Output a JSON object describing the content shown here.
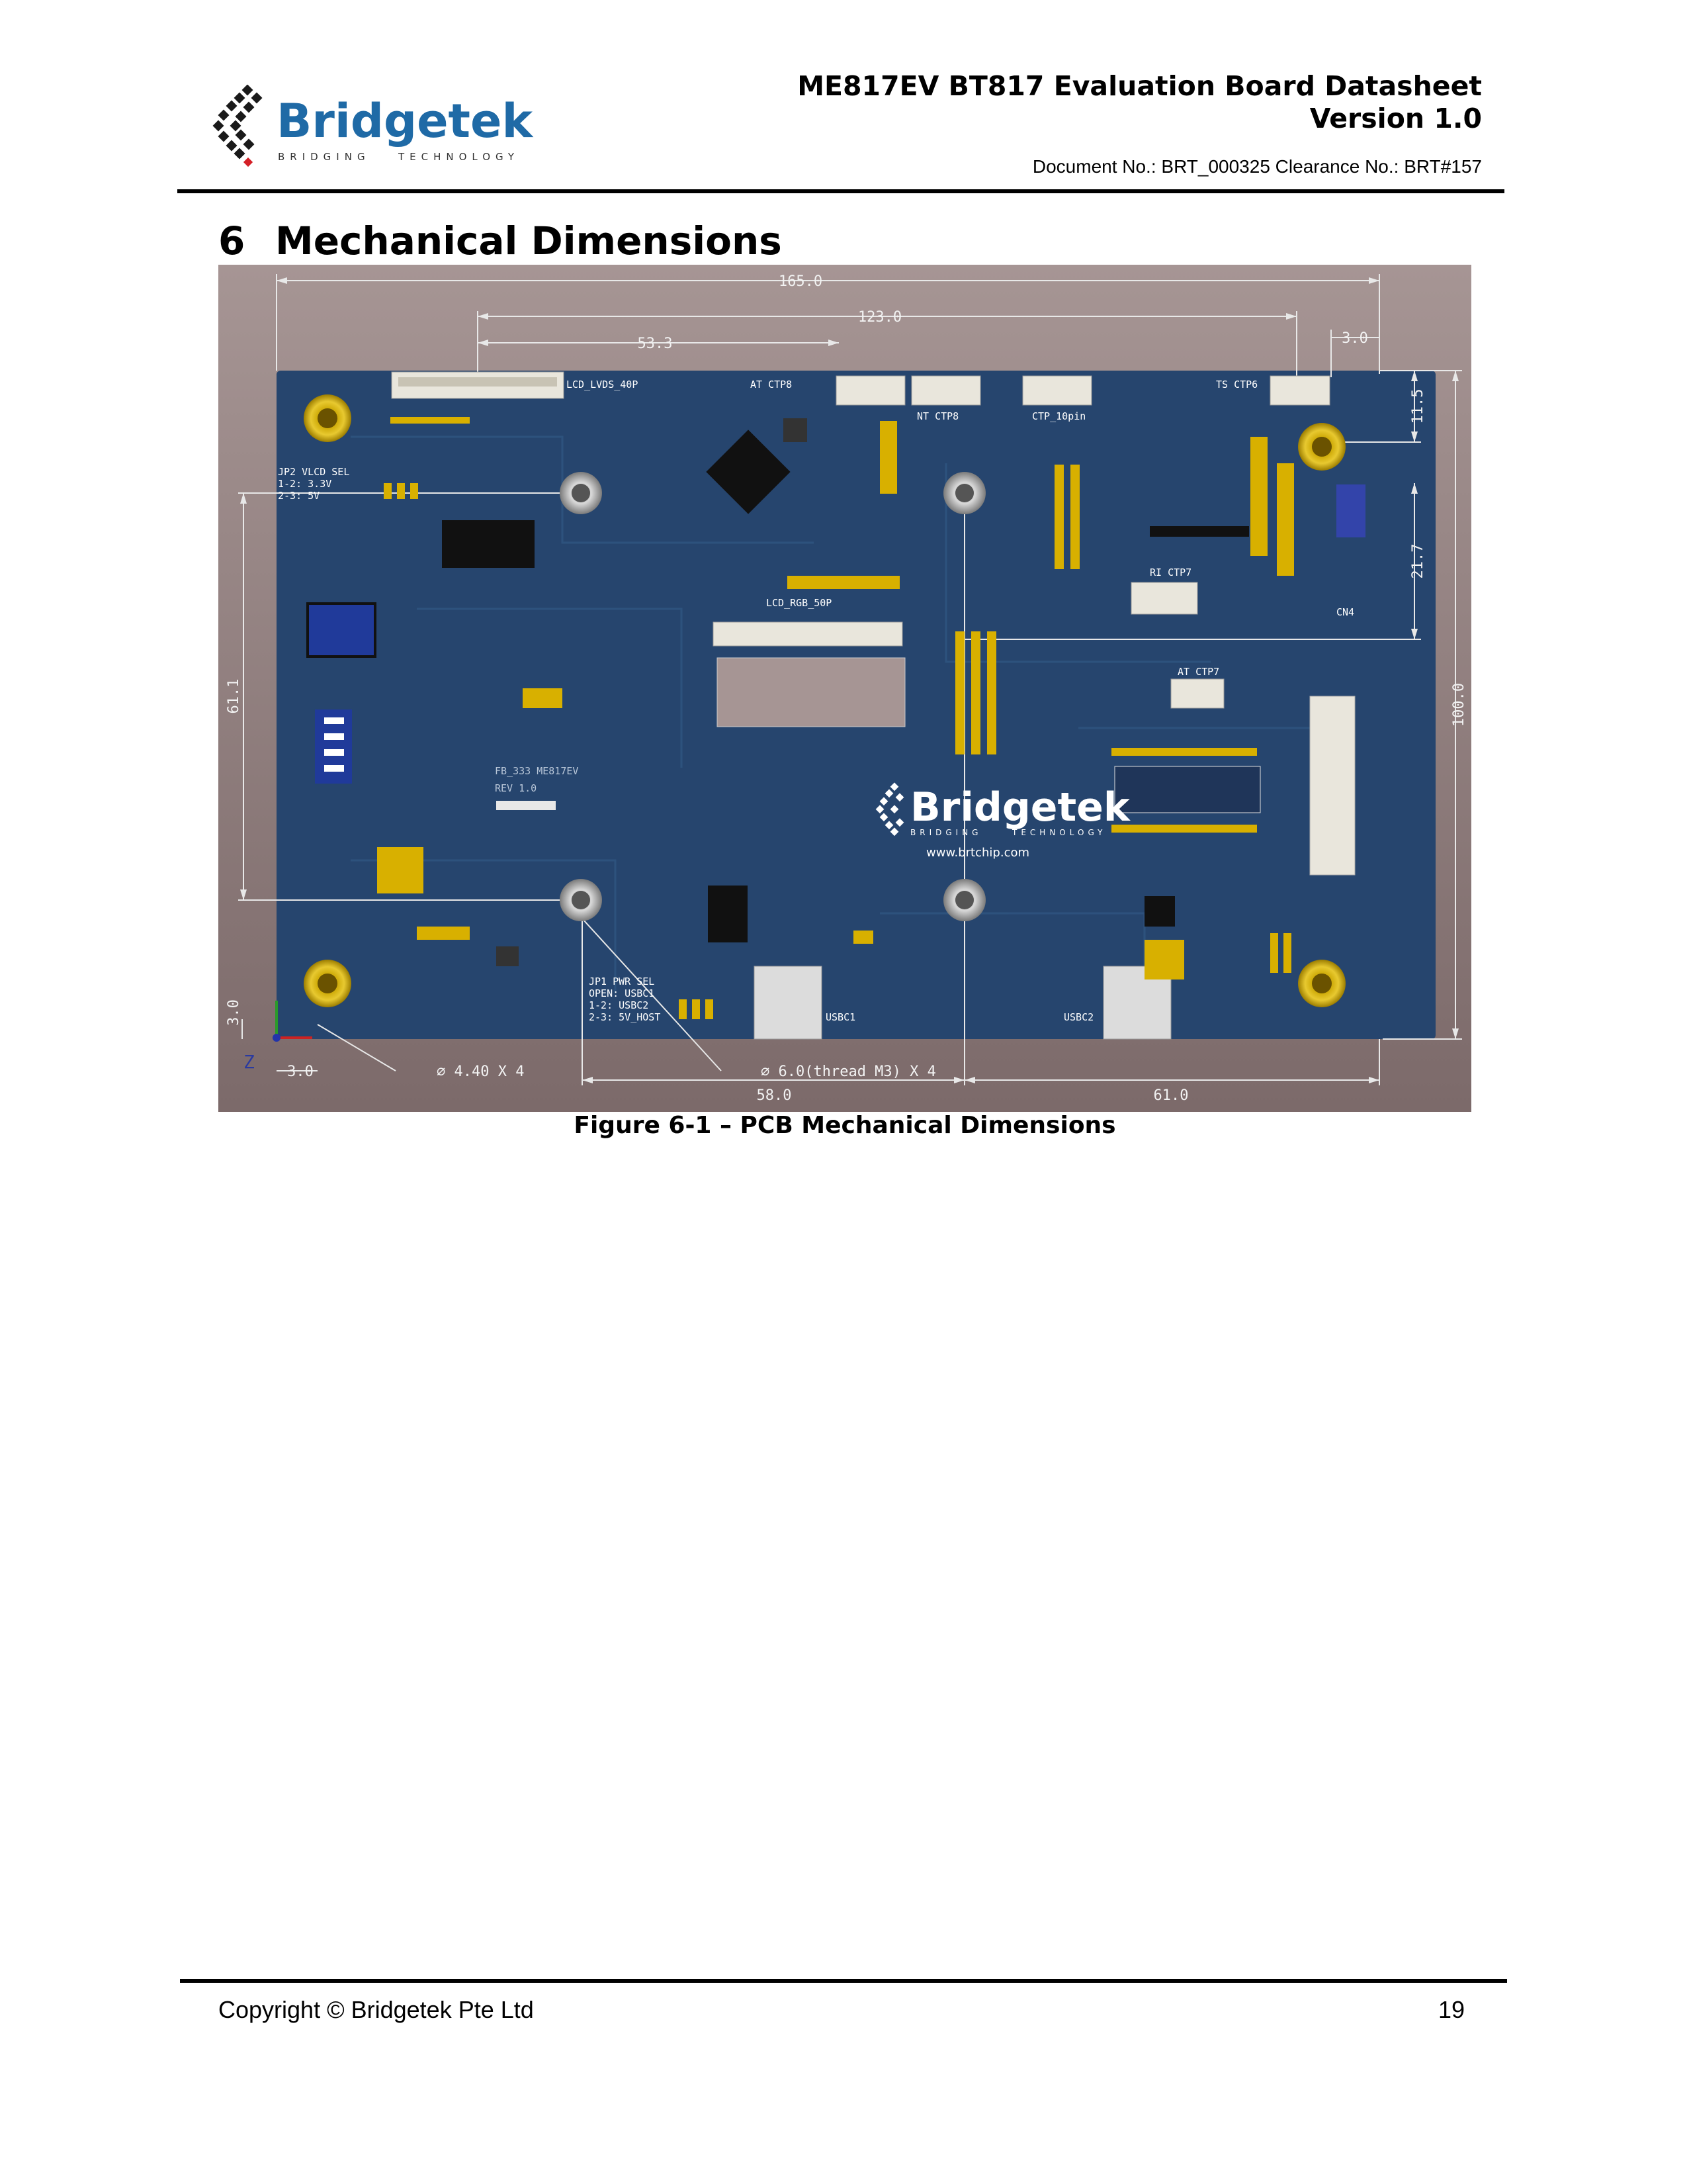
{
  "header": {
    "logo": {
      "name": "Bridgetek",
      "tagline_left": "BRIDGING",
      "tagline_right": "TECHNOLOGY"
    },
    "title_line1": "ME817EV BT817 Evaluation Board Datasheet",
    "title_line2": "Version 1.0",
    "document_number": "Document No.: BRT_000325 Clearance No.: BRT#157"
  },
  "section": {
    "number": "6",
    "title": "Mechanical Dimensions"
  },
  "figure": {
    "caption": "Figure 6-1 – PCB Mechanical Dimensions",
    "dimensions": {
      "overall_width": "165.0",
      "hole_span": "123.0",
      "left_offset": "53.3",
      "right_edge_offset": "3.0",
      "top_offset": "11.5",
      "right_side_height": "21.7",
      "overall_height": "100.0",
      "left_side_height": "61.1",
      "bottom_left_span": "58.0",
      "bottom_right_span": "61.0",
      "corner_x": "3.0",
      "corner_y": "3.0"
    },
    "callouts": {
      "corner_holes": "⌀ 4.40 X 4",
      "threaded_holes": "⌀ 6.0(thread M3) X 4"
    },
    "connector_labels": {
      "lvds": "LCD_LVDS_40P",
      "at_ctp8": "AT CTP8",
      "nt_ctp8": "NT CTP8",
      "ctp_10pin": "CTP_10pin",
      "ts_ctp6": "TS CTP6",
      "ri_ctp7": "RI CTP7",
      "at_ctp7": "AT CTP7",
      "rgb": "LCD_RGB_50P",
      "jp2": "JP2 VLCD SEL",
      "jp2_opt1": "1-2: 3.3V",
      "jp2_opt2": "2-3: 5V",
      "jp1": "JP1 PWR SEL",
      "jp1_opt1": "OPEN: USBC1",
      "jp1_opt2": "1-2: USBC2",
      "jp1_opt3": "2-3: 5V_HOST",
      "usbc1": "USBC1",
      "usbc2": "USBC2",
      "cn4": "CN4",
      "board_name": "FB_333 ME817EV",
      "board_rev": "REV 1.0",
      "website": "www.brtchip.com",
      "axis_z": "Z"
    },
    "board_logo": {
      "name": "Bridgetek",
      "tagline_left": "BRIDGING",
      "tagline_right": "TECHNOLOGY"
    }
  },
  "footer": {
    "copyright": "Copyright © Bridgetek Pte Ltd",
    "page_number": "19"
  }
}
